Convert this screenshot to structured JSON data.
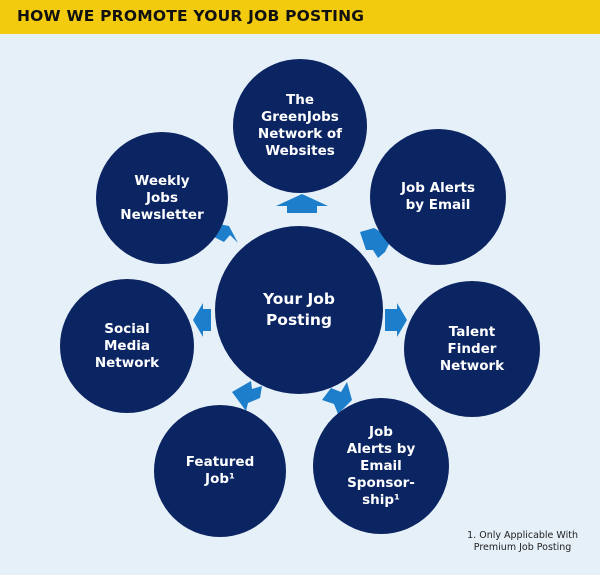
{
  "header": {
    "title": "HOW WE PROMOTE YOUR JOB POSTING"
  },
  "colors": {
    "header_bar": "#f2ca0e",
    "background": "#e6f0f8",
    "circle": "#0b2462",
    "arrow": "#1d7fcc",
    "circle_text": "#ffffff"
  },
  "hub": {
    "label": "Your Job\nPosting"
  },
  "nodes": [
    {
      "id": "greenjobs",
      "label": "The\nGreenJobs\nNetwork of\nWebsites"
    },
    {
      "id": "job-alerts",
      "label": "Job Alerts\nby Email"
    },
    {
      "id": "talent-finder",
      "label": "Talent\nFinder\nNetwork"
    },
    {
      "id": "alerts-sponsorship",
      "label": "Job\nAlerts by\nEmail\nSponsor-\nship¹"
    },
    {
      "id": "featured-job",
      "label": "Featured\nJob¹"
    },
    {
      "id": "social-media",
      "label": "Social\nMedia\nNetwork"
    },
    {
      "id": "weekly-newsletter",
      "label": "Weekly\nJobs\nNewsletter"
    }
  ],
  "footnote": {
    "text": "1. Only Applicable With\nPremium Job Posting"
  }
}
